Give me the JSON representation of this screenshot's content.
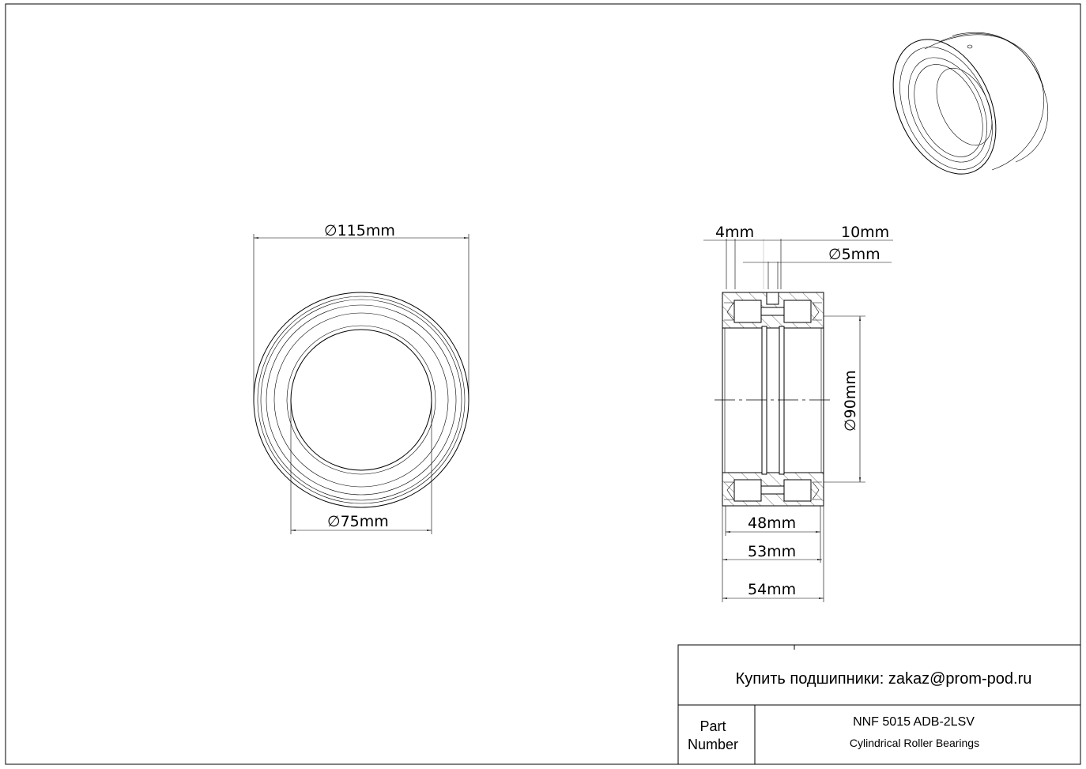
{
  "front_view": {
    "outer_diameter": "115mm",
    "inner_diameter": "75mm",
    "diameter_symbol": "∅"
  },
  "side_view": {
    "dim_4": "4mm",
    "dim_10": "10mm",
    "dim_hole": "5mm",
    "dim_90": "90mm",
    "dim_48": "48mm",
    "dim_53": "53mm",
    "dim_54": "54mm"
  },
  "title_block": {
    "buy_text": "Купить подшипники: zakaz@prom-pod.ru",
    "part_label_line1": "Part",
    "part_label_line2": "Number",
    "part_number": "NNF 5015 ADB-2LSV",
    "part_type": "Cylindrical Roller Bearings"
  }
}
